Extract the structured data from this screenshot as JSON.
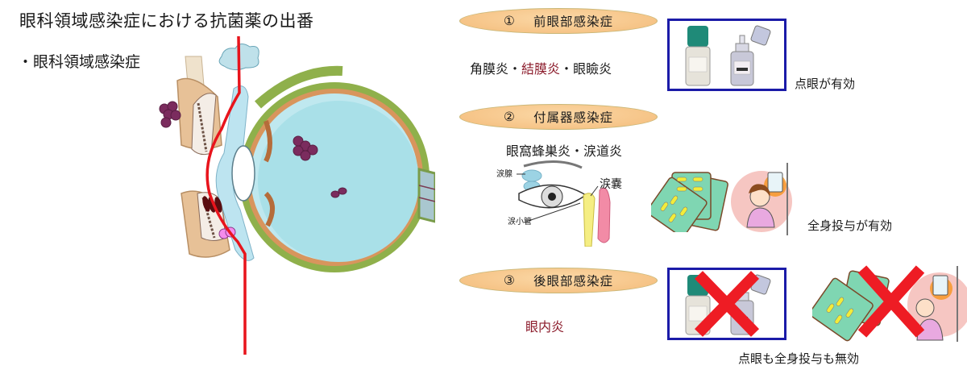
{
  "slide": {
    "title": "眼科領域感染症における抗菌薬の出番",
    "bullet": "・眼科領域感染症"
  },
  "eye_diagram": {
    "divider_color": "#e8141c",
    "organism_color": "#7b2c5e"
  },
  "sections": [
    {
      "number": "①",
      "heading": "前眼部感染症",
      "diseases": [
        {
          "label": "角膜炎",
          "highlight": false
        },
        {
          "label": "・",
          "highlight": false
        },
        {
          "label": "結膜炎",
          "highlight": true
        },
        {
          "label": "・",
          "highlight": false
        },
        {
          "label": "眼瞼炎",
          "highlight": false
        }
      ],
      "treatment_images": [
        "eye-drops"
      ],
      "result": "点眼が有効"
    },
    {
      "number": "②",
      "heading": "付属器感染症",
      "diseases_text": "眼窩蜂巣炎・涙道炎",
      "anatomy_labels": {
        "gland": "涙腺",
        "canaliculus": "涙小管",
        "sac": "涙嚢"
      },
      "treatment_images": [
        "tablets",
        "iv-drip-nurse"
      ],
      "result": "全身投与が有効"
    },
    {
      "number": "③",
      "heading": "後眼部感染症",
      "diseases_text": "眼内炎",
      "treatment_images": [
        "eye-drops-crossed",
        "systemic-crossed"
      ],
      "result": "点眼も全身投与も無効"
    }
  ],
  "colors": {
    "frame": "#1b1ba8",
    "pill_fill": "#f6c487",
    "highlight_text": "#8b1a2a",
    "cross": "#ee1c24"
  }
}
